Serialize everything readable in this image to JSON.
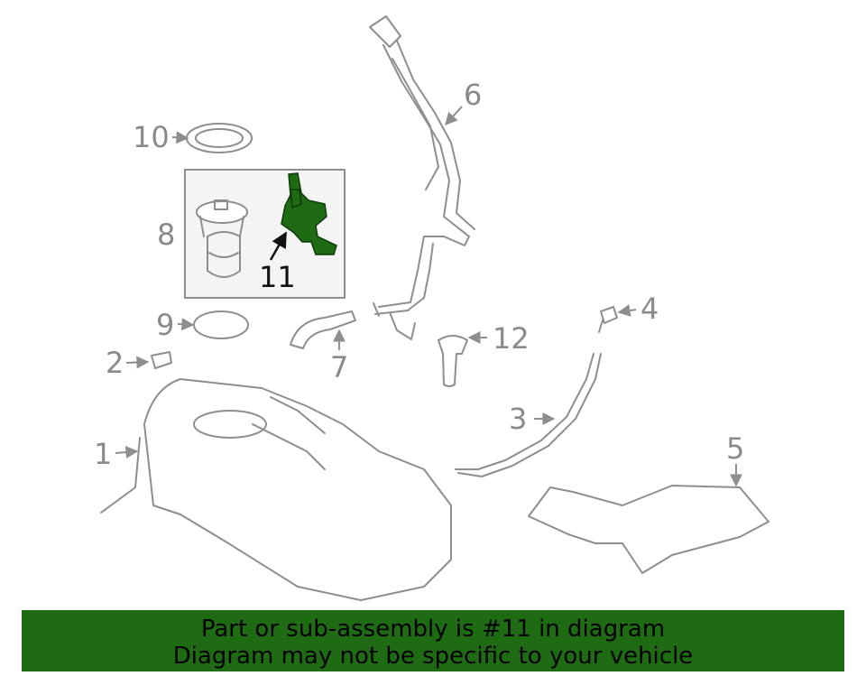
{
  "callouts": {
    "c1": "1",
    "c2": "2",
    "c3": "3",
    "c4": "4",
    "c5": "5",
    "c6": "6",
    "c7": "7",
    "c8": "8",
    "c9": "9",
    "c10": "10",
    "c11": "11",
    "c12": "12"
  },
  "highlight_color": "#1f6b14",
  "banner": {
    "line1": "Part or sub-assembly is #11 in diagram",
    "line2": "Diagram may not be specific to your vehicle"
  }
}
